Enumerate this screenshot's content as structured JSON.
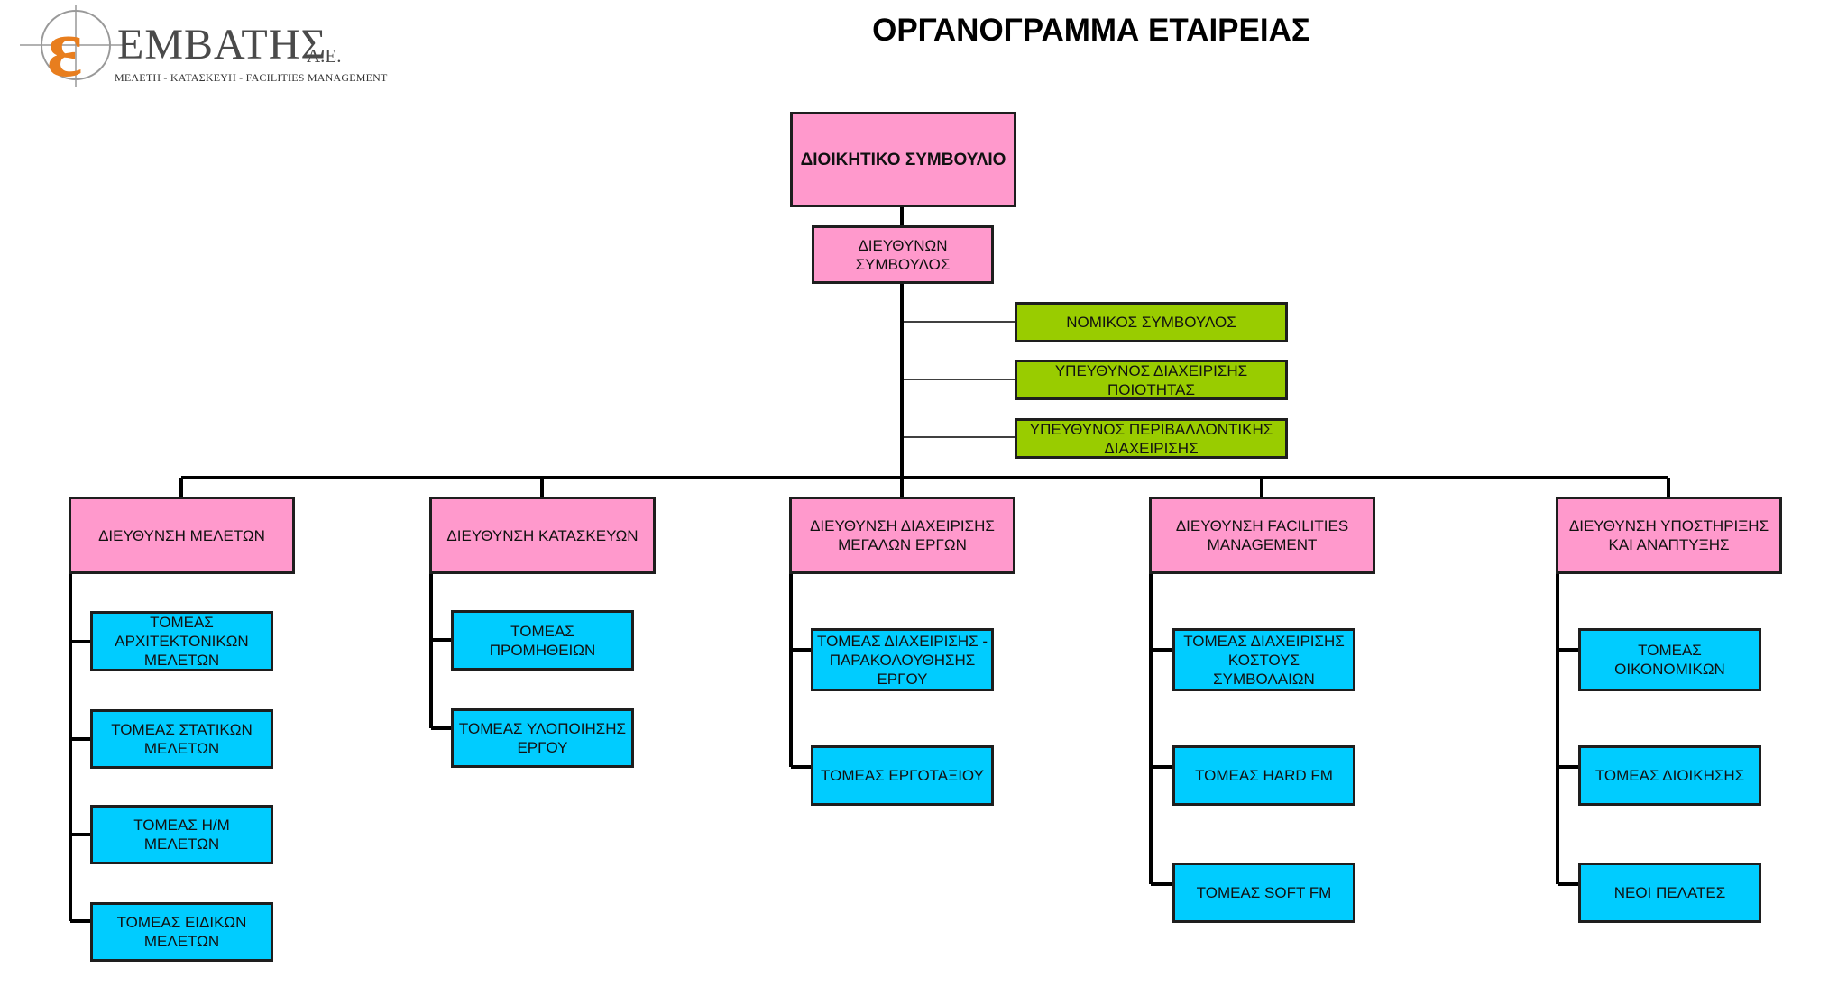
{
  "title": "ΟΡΓΑΝΟΓΡΑΜΜΑ ΕΤΑΙΡΕΙΑΣ",
  "logo": {
    "mark": "ε",
    "name": "ΕΜΒΑΤΗΣ",
    "suffix": "Α.Ε.",
    "tagline": "ΜΕΛΕΤΗ - ΚΑΤΑΣΚΕΥΗ - FACILITIES MANAGEMENT",
    "colors": {
      "orange": "#e87e1e",
      "gray": "#4a4a4a"
    }
  },
  "colors": {
    "board": "#ff99cc",
    "advisor": "#99cc00",
    "sector": "#00ccff",
    "line": "#000000"
  },
  "board": "ΔΙΟΙΚΗΤΙΚΟ ΣΥΜΒΟΥΛΙΟ",
  "ceo": "ΔΙΕΥΘΥΝΩΝ\nΣΥΜΒΟΥΛΟΣ",
  "advisors": [
    "ΝΟΜΙΚΟΣ ΣΥΜΒΟΥΛΟΣ",
    "ΥΠΕΥΘΥΝΟΣ ΔΙΑΧΕΙΡΙΣΗΣ\nΠΟΙΟΤΗΤΑΣ",
    "ΥΠΕΥΘΥΝΟΣ ΠΕΡΙΒΑΛΛΟΝΤΙΚΗΣ\nΔΙΑΧΕΙΡΙΣΗΣ"
  ],
  "directorates": [
    {
      "label": "ΔΙΕΥΘΥΝΣΗ ΜΕΛΕΤΩΝ",
      "sectors": [
        "ΤΟΜΕΑΣ\nΑΡΧΙΤΕΚΤΟΝΙΚΩΝ\nΜΕΛΕΤΩΝ",
        "ΤΟΜΕΑΣ ΣΤΑΤΙΚΩΝ\nΜΕΛΕΤΩΝ",
        "ΤΟΜΕΑΣ Η/Μ ΜΕΛΕΤΩΝ",
        "ΤΟΜΕΑΣ ΕΙΔΙΚΩΝ\nΜΕΛΕΤΩΝ"
      ]
    },
    {
      "label": "ΔΙΕΥΘΥΝΣΗ ΚΑΤΑΣΚΕΥΩΝ",
      "sectors": [
        "ΤΟΜΕΑΣ ΠΡΟΜΗΘΕΙΩΝ",
        "ΤΟΜΕΑΣ ΥΛΟΠΟΙΗΣΗΣ\nΕΡΓΟΥ"
      ]
    },
    {
      "label": "ΔΙΕΥΘΥΝΣΗ ΔΙΑΧΕΙΡΙΣΗΣ\nΜΕΓΑΛΩΝ ΕΡΓΩΝ",
      "sectors": [
        "ΤΟΜΕΑΣ ΔΙΑΧΕΙΡΙΣΗΣ -\nΠΑΡΑΚΟΛΟΥΘΗΣΗΣ\nΕΡΓΟΥ",
        "ΤΟΜΕΑΣ ΕΡΓΟΤΑΞΙΟΥ"
      ]
    },
    {
      "label": "ΔΙΕΥΘΥΝΣΗ FACILITIES\nMANAGEMENT",
      "sectors": [
        "ΤΟΜΕΑΣ ΔΙΑΧΕΙΡΙΣΗΣ\nΚΟΣΤΟΥΣ ΣΥΜΒΟΛΑΙΩΝ",
        "ΤΟΜΕΑΣ HARD FM",
        "ΤΟΜΕΑΣ SOFT FM"
      ]
    },
    {
      "label": "ΔΙΕΥΘΥΝΣΗ ΥΠΟΣΤΗΡΙΞΗΣ\nΚΑΙ ΑΝΑΠΤΥΞΗΣ",
      "sectors": [
        "ΤΟΜΕΑΣ\nΟΙΚΟΝΟΜΙΚΩΝ",
        "ΤΟΜΕΑΣ ΔΙΟΙΚΗΣΗΣ",
        "ΝΕΟΙ ΠΕΛΑΤΕΣ"
      ]
    }
  ]
}
